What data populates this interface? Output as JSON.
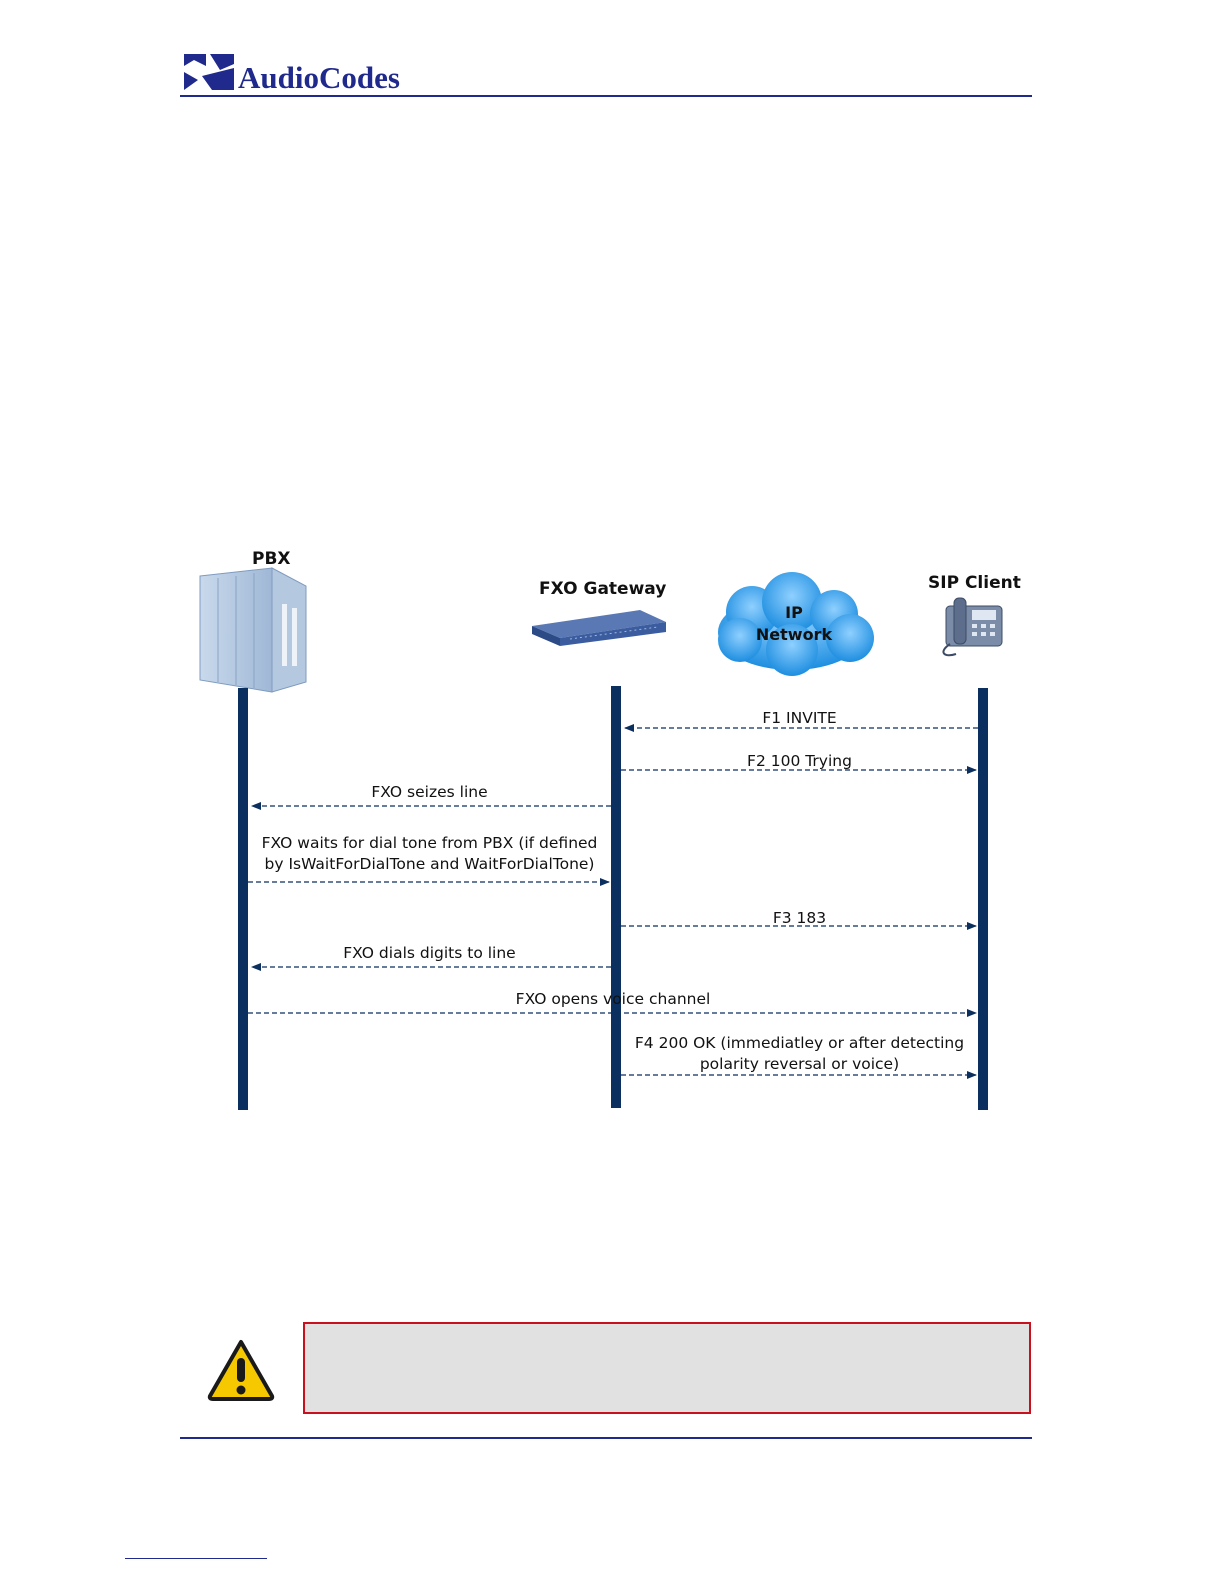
{
  "header": {
    "brand": "AudioCodes"
  },
  "diagram": {
    "entities": {
      "pbx": "PBX",
      "gateway": "FXO Gateway",
      "network_line1": "IP",
      "network_line2": "Network",
      "client": "SIP Client"
    },
    "messages": [
      {
        "line1": "F1   INVITE",
        "line2": "",
        "from": "client",
        "to": "gateway"
      },
      {
        "line1": "F2   100 Trying",
        "line2": "",
        "from": "gateway",
        "to": "client"
      },
      {
        "line1": "FXO seizes line",
        "line2": "",
        "from": "gateway",
        "to": "pbx"
      },
      {
        "line1": "FXO waits for dial tone from PBX (if defined",
        "line2": "by IsWaitForDialTone and WaitForDialTone)",
        "from": "pbx",
        "to": "gateway"
      },
      {
        "line1": "F3   183",
        "line2": "",
        "from": "gateway",
        "to": "client"
      },
      {
        "line1": "FXO dials digits to line",
        "line2": "",
        "from": "gateway",
        "to": "pbx"
      },
      {
        "line1": "FXO opens voice channel",
        "line2": "",
        "from": "pbx",
        "to": "client"
      },
      {
        "line1": "F4   200 OK (immediatley or after detecting",
        "line2": "polarity reversal or voice)",
        "from": "gateway",
        "to": "client"
      }
    ]
  },
  "colors": {
    "accent": "#1f2a8c",
    "lifeline": "#0b2f5e",
    "note_border": "#c8101e",
    "note_bg": "#e1e1e1",
    "warning": "#f6c800"
  }
}
